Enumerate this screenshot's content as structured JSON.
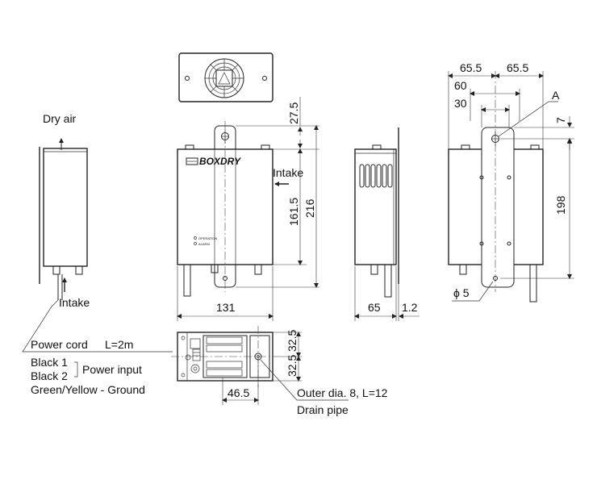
{
  "labels": {
    "dry_air": "Dry air",
    "intake_left": "Intake",
    "intake_front": "Intake",
    "power_cord": "Power cord",
    "cord_length": "L=2m",
    "black1": "Black 1",
    "black2": "Black 2",
    "power_input": "Power input",
    "ground": "Green/Yellow - Ground",
    "outer_dia": "Outer dia. 8, L=12",
    "drain_pipe": "Drain pipe",
    "point_a": "A",
    "hole_dia": "ϕ 5",
    "logo": "BOXDRY",
    "operation": "OPERATION",
    "alarm": "ALARM"
  },
  "dimensions": {
    "d_27_5": "27.5",
    "d_161_5": "161.5",
    "d_216": "216",
    "d_131": "131",
    "d_65": "65",
    "d_1_2": "1.2",
    "d_65_5_left": "65.5",
    "d_65_5_right": "65.5",
    "d_60": "60",
    "d_30": "30",
    "d_7": "7",
    "d_198": "198",
    "d_32_5_top": "32.5",
    "d_32_5_bottom": "32.5",
    "d_46_5": "46.5"
  },
  "colors": {
    "line": "#222222",
    "background": "#ffffff"
  }
}
